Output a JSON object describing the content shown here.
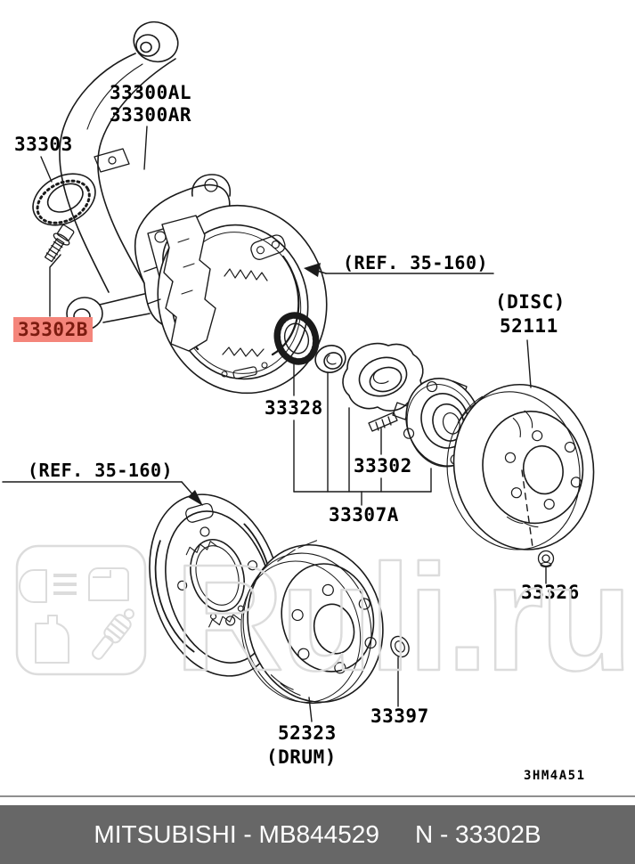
{
  "diagram": {
    "labels": {
      "arm_left": "33300AL",
      "arm_right": "33300AR",
      "knuckle_seal": "33303",
      "highlighted_part": "33302B",
      "ref_top": "(REF. 35-160)",
      "ref_bottom": "(REF. 35-160)",
      "disc_caption": "(DISC)",
      "disc": "52111",
      "tone_ring": "33328",
      "hub_bolt": "33302",
      "hub_assembly": "33307A",
      "disc_nut": "33326",
      "washer": "33397",
      "drum": "52323",
      "drum_caption": "(DRUM)",
      "sheet_code": "3HM4A51"
    },
    "highlight_colors": {
      "background": "#F4857B",
      "text": "#7C1B0F"
    },
    "watermark": {
      "text": "Ruli.ru",
      "color": "#DCDCDC"
    }
  },
  "footer": {
    "brand_part": "MITSUBISHI - MB844529",
    "number": "N - 33302B",
    "bar_color": "#676767",
    "text_color": "#FFFFFF"
  }
}
